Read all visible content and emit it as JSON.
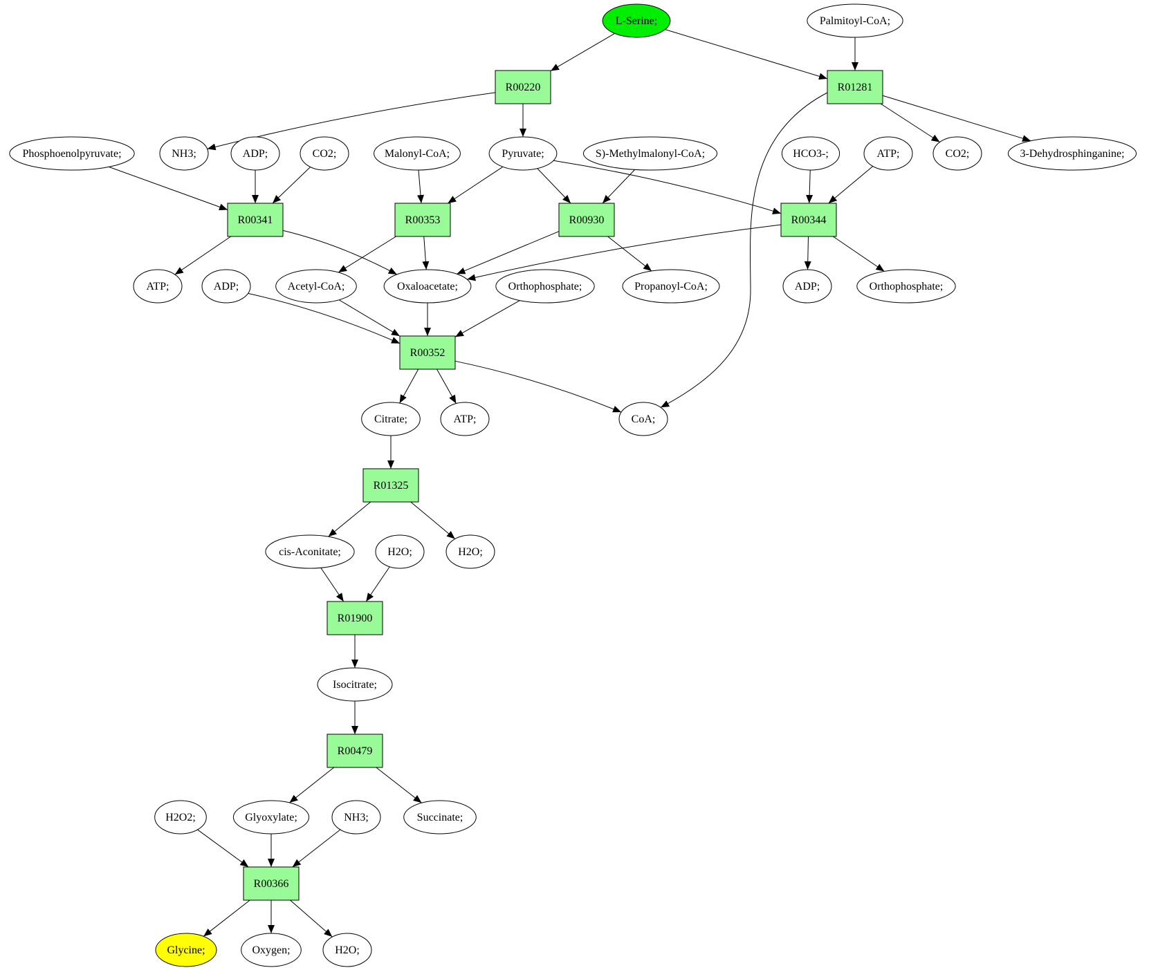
{
  "colors": {
    "start_fill": "#00ee00",
    "end_fill": "#ffff00",
    "reaction_fill": "#98fb98",
    "compound_fill": "#ffffff"
  },
  "nodes": [
    {
      "id": "lserine",
      "kind": "compound",
      "role": "start",
      "label": "L-Serine;"
    },
    {
      "id": "palmitoyl",
      "kind": "compound",
      "label": "Palmitoyl-CoA;"
    },
    {
      "id": "R00220",
      "kind": "reaction",
      "label": "R00220"
    },
    {
      "id": "R01281",
      "kind": "reaction",
      "label": "R01281"
    },
    {
      "id": "pep",
      "kind": "compound",
      "label": "Phosphoenolpyruvate;"
    },
    {
      "id": "nh3_a",
      "kind": "compound",
      "label": "NH3;"
    },
    {
      "id": "adp_a",
      "kind": "compound",
      "label": "ADP;"
    },
    {
      "id": "co2_a",
      "kind": "compound",
      "label": "CO2;"
    },
    {
      "id": "malonyl",
      "kind": "compound",
      "label": "Malonyl-CoA;"
    },
    {
      "id": "pyruvate",
      "kind": "compound",
      "label": "Pyruvate;"
    },
    {
      "id": "smethyl",
      "kind": "compound",
      "label": "S)-Methylmalonyl-CoA;"
    },
    {
      "id": "hco3",
      "kind": "compound",
      "label": "HCO3-;"
    },
    {
      "id": "atp_a",
      "kind": "compound",
      "label": "ATP;"
    },
    {
      "id": "co2_b",
      "kind": "compound",
      "label": "CO2;"
    },
    {
      "id": "dehydro",
      "kind": "compound",
      "label": "3-Dehydrosphinganine;"
    },
    {
      "id": "R00341",
      "kind": "reaction",
      "label": "R00341"
    },
    {
      "id": "R00353",
      "kind": "reaction",
      "label": "R00353"
    },
    {
      "id": "R00930",
      "kind": "reaction",
      "label": "R00930"
    },
    {
      "id": "R00344",
      "kind": "reaction",
      "label": "R00344"
    },
    {
      "id": "atp_b",
      "kind": "compound",
      "label": "ATP;"
    },
    {
      "id": "adp_b",
      "kind": "compound",
      "label": "ADP;"
    },
    {
      "id": "acetyl",
      "kind": "compound",
      "label": "Acetyl-CoA;"
    },
    {
      "id": "oxalo",
      "kind": "compound",
      "label": "Oxaloacetate;"
    },
    {
      "id": "ortho_a",
      "kind": "compound",
      "label": "Orthophosphate;"
    },
    {
      "id": "propanoyl",
      "kind": "compound",
      "label": "Propanoyl-CoA;"
    },
    {
      "id": "adp_c",
      "kind": "compound",
      "label": "ADP;"
    },
    {
      "id": "ortho_b",
      "kind": "compound",
      "label": "Orthophosphate;"
    },
    {
      "id": "R00352",
      "kind": "reaction",
      "label": "R00352"
    },
    {
      "id": "citrate",
      "kind": "compound",
      "label": "Citrate;"
    },
    {
      "id": "atp_c",
      "kind": "compound",
      "label": "ATP;"
    },
    {
      "id": "coa",
      "kind": "compound",
      "label": "CoA;"
    },
    {
      "id": "R01325",
      "kind": "reaction",
      "label": "R01325"
    },
    {
      "id": "cisacon",
      "kind": "compound",
      "label": "cis-Aconitate;"
    },
    {
      "id": "h2o_a",
      "kind": "compound",
      "label": "H2O;"
    },
    {
      "id": "h2o_b",
      "kind": "compound",
      "label": "H2O;"
    },
    {
      "id": "R01900",
      "kind": "reaction",
      "label": "R01900"
    },
    {
      "id": "isocitrate",
      "kind": "compound",
      "label": "Isocitrate;"
    },
    {
      "id": "R00479",
      "kind": "reaction",
      "label": "R00479"
    },
    {
      "id": "h2o2",
      "kind": "compound",
      "label": "H2O2;"
    },
    {
      "id": "glyoxylate",
      "kind": "compound",
      "label": "Glyoxylate;"
    },
    {
      "id": "nh3_b",
      "kind": "compound",
      "label": "NH3;"
    },
    {
      "id": "succinate",
      "kind": "compound",
      "label": "Succinate;"
    },
    {
      "id": "R00366",
      "kind": "reaction",
      "label": "R00366"
    },
    {
      "id": "glycine",
      "kind": "compound",
      "role": "end",
      "label": "Glycine;"
    },
    {
      "id": "oxygen",
      "kind": "compound",
      "label": "Oxygen;"
    },
    {
      "id": "h2o_c",
      "kind": "compound",
      "label": "H2O;"
    }
  ],
  "edges": [
    [
      "lserine",
      "R00220"
    ],
    [
      "lserine",
      "R01281"
    ],
    [
      "palmitoyl",
      "R01281"
    ],
    [
      "R00220",
      "nh3_a"
    ],
    [
      "R00220",
      "pyruvate"
    ],
    [
      "R01281",
      "co2_b"
    ],
    [
      "R01281",
      "dehydro"
    ],
    [
      "R01281",
      "coa"
    ],
    [
      "pep",
      "R00341"
    ],
    [
      "adp_a",
      "R00341"
    ],
    [
      "co2_a",
      "R00341"
    ],
    [
      "malonyl",
      "R00353"
    ],
    [
      "pyruvate",
      "R00353"
    ],
    [
      "pyruvate",
      "R00930"
    ],
    [
      "smethyl",
      "R00930"
    ],
    [
      "pyruvate",
      "R00344"
    ],
    [
      "hco3",
      "R00344"
    ],
    [
      "atp_a",
      "R00344"
    ],
    [
      "R00341",
      "atp_b"
    ],
    [
      "R00341",
      "oxalo"
    ],
    [
      "R00353",
      "acetyl"
    ],
    [
      "R00353",
      "oxalo"
    ],
    [
      "R00930",
      "oxalo"
    ],
    [
      "R00930",
      "propanoyl"
    ],
    [
      "R00344",
      "oxalo"
    ],
    [
      "R00344",
      "adp_c"
    ],
    [
      "R00344",
      "ortho_b"
    ],
    [
      "adp_b",
      "R00352"
    ],
    [
      "acetyl",
      "R00352"
    ],
    [
      "oxalo",
      "R00352"
    ],
    [
      "ortho_a",
      "R00352"
    ],
    [
      "R00352",
      "citrate"
    ],
    [
      "R00352",
      "atp_c"
    ],
    [
      "R00352",
      "coa"
    ],
    [
      "citrate",
      "R01325"
    ],
    [
      "R01325",
      "cisacon"
    ],
    [
      "R01325",
      "h2o_b"
    ],
    [
      "cisacon",
      "R01900"
    ],
    [
      "h2o_a",
      "R01900"
    ],
    [
      "R01900",
      "isocitrate"
    ],
    [
      "isocitrate",
      "R00479"
    ],
    [
      "R00479",
      "glyoxylate"
    ],
    [
      "R00479",
      "succinate"
    ],
    [
      "h2o2",
      "R00366"
    ],
    [
      "glyoxylate",
      "R00366"
    ],
    [
      "nh3_b",
      "R00366"
    ],
    [
      "R00366",
      "glycine"
    ],
    [
      "R00366",
      "oxygen"
    ],
    [
      "R00366",
      "h2o_c"
    ]
  ]
}
